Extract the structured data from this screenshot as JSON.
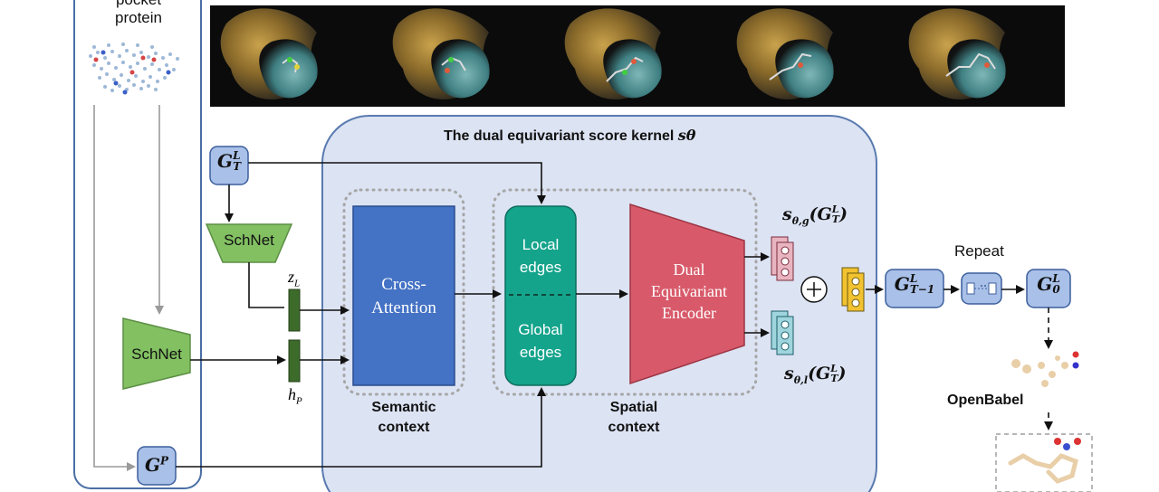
{
  "left_panel": {
    "title_partial": "pocket",
    "title": "protein"
  },
  "kernel": {
    "title": "The dual equivariant score kernel",
    "symbol": "sθ"
  },
  "inputs": {
    "ligand_graph": {
      "base": "G",
      "sup": "L",
      "sub": "T"
    },
    "protein_graph": {
      "base": "G",
      "sup": "P"
    }
  },
  "schnet_top": "SchNet",
  "schnet_bottom": "SchNet",
  "zl": {
    "base": "z",
    "sub": "L"
  },
  "hp": {
    "base": "h",
    "sub": "P"
  },
  "cross_attention": {
    "line1": "Cross-",
    "line2": "Attention"
  },
  "semantic": {
    "line1": "Semantic",
    "line2": "context"
  },
  "edges": {
    "local1": "Local",
    "local2": "edges",
    "global1": "Global",
    "global2": "edges"
  },
  "encoder": {
    "line1": "Dual",
    "line2": "Equivariant",
    "line3": "Encoder"
  },
  "spatial": {
    "line1": "Spatial",
    "line2": "context"
  },
  "score_g": "s",
  "score_g_sub": "θ,g",
  "score_g_arg": "(G",
  "score_l": "s",
  "score_l_sub": "θ,l",
  "score_l_arg": "(G",
  "g_t_minus_1": {
    "base": "G",
    "sup": "L",
    "sub": "T−1"
  },
  "repeat": "Repeat",
  "g_0": {
    "base": "G",
    "sup": "L",
    "sub": "0"
  },
  "openbabel": "OpenBabel",
  "colors": {
    "kernel_bg": "#dce3f3",
    "kernel_border": "#5a7bb0",
    "node_fill": "#a9c0e8",
    "node_border": "#3c5f9c",
    "schnet": "#82c062",
    "cross_attention": "#4472c4",
    "edges": "#14a38b",
    "encoder": "#d85a6a",
    "vector_dark_green": "#3d6b2a",
    "pink_vec": "#e8b4c0",
    "cyan_vec": "#9fd5dd",
    "yellow_vec": "#f2c230"
  }
}
